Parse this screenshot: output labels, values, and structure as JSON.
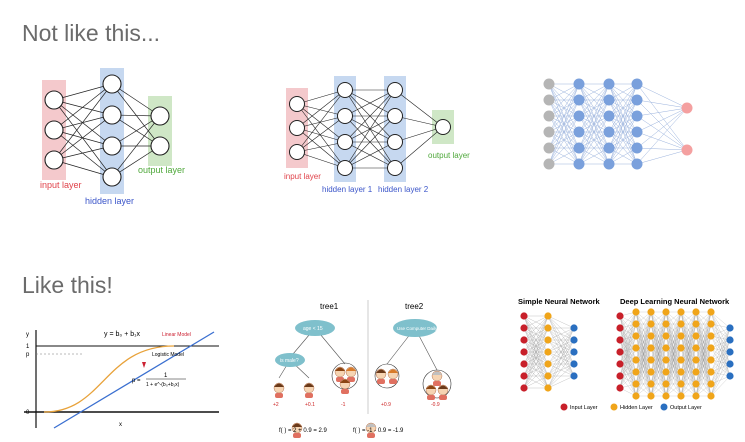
{
  "headings": {
    "bad": "Not like this...",
    "good": "Like this!"
  },
  "net1": {
    "input_label": "input layer",
    "hidden_label": "hidden layer",
    "output_label": "output layer"
  },
  "net2": {
    "input_label": "input layer",
    "hidden1_label": "hidden layer 1",
    "hidden2_label": "hidden layer 2",
    "output_label": "output layer"
  },
  "logit": {
    "ylabel": "y",
    "tick_1": "1",
    "tick_p": "p",
    "tick_0": "0",
    "xlabel": "x",
    "linear_eq": "y = b₀ + b₁x",
    "linear_name": "Linear Model",
    "logistic_name": "Logistic Model",
    "logistic_num": "1",
    "logistic_den": "1 + e^-(b₀+b₁x)",
    "p_eq": "p ="
  },
  "trees": {
    "tree1_title": "tree1",
    "tree2_title": "tree2",
    "t1_root": "age < 15",
    "t1_child": "is male?",
    "t2_root": "Use Computer Daily",
    "t1_leaf1": "+2",
    "t1_leaf2": "+0.1",
    "t1_leaf3": "-1",
    "t2_leaf1": "+0.9",
    "t2_leaf2": "-0.9",
    "f1": "f(  ) = 2 + 0.9 = 2.9",
    "f2": "f(  ) = -1 - 0.9 = -1.9"
  },
  "nn_compare": {
    "simple_title": "Simple Neural Network",
    "deep_title": "Deep Learning Neural Network",
    "legend_input": "Input Layer",
    "legend_hidden": "Hidden Layer",
    "legend_output": "Output Layer"
  },
  "colors": {
    "input_box": "#f4c9cc",
    "hidden_box": "#c6d8f0",
    "output_box": "#cfe7c6",
    "input_text": "#e0424a",
    "hidden_text": "#3b55c9",
    "output_text": "#4fa83b",
    "nn_red": "#c8202a",
    "nn_yellow": "#f0a51a",
    "nn_blue": "#2a6fc0"
  }
}
